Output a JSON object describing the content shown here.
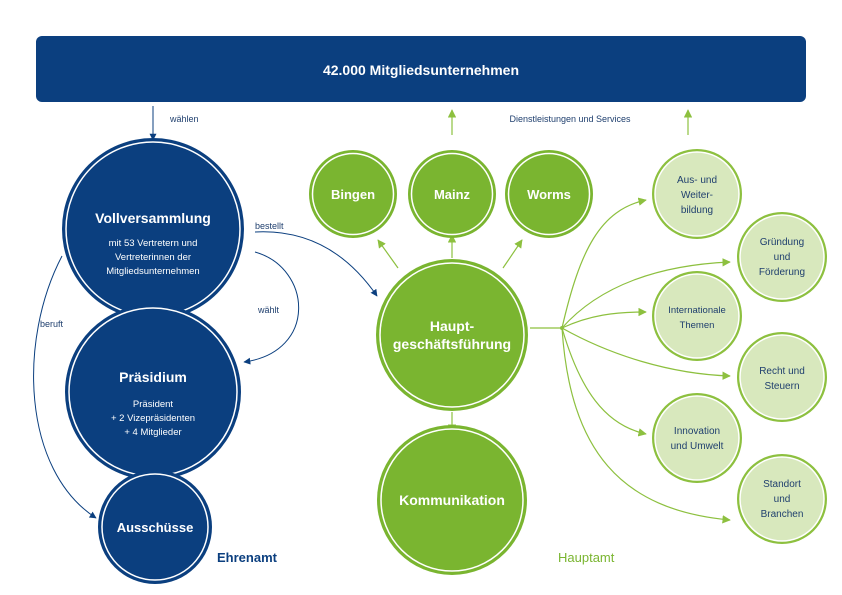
{
  "banner": {
    "label": "42.000 Mitgliedsunternehmen"
  },
  "labels": {
    "waehlen": "wählen",
    "services": "Dienstleistungen und Services",
    "bestellt": "bestellt",
    "waehlt": "wählt",
    "beruft": "beruft",
    "ehrenamt": "Ehrenamt",
    "hauptamt": "Hauptamt"
  },
  "vollversammlung": {
    "title": "Vollversammlung",
    "lines": [
      "mit 53 Vertretern und",
      "Vertreterinnen der",
      "Mitgliedsunternehmen"
    ]
  },
  "praesidium": {
    "title": "Präsidium",
    "lines": [
      "Präsident",
      "+ 2 Vizepräsidenten",
      "+ 4 Mitglieder"
    ]
  },
  "ausschuesse": {
    "title": "Ausschüsse"
  },
  "offices": [
    "Bingen",
    "Mainz",
    "Worms"
  ],
  "hgf": {
    "lines": [
      "Haupt-",
      "geschäftsführung"
    ]
  },
  "kommunikation": {
    "title": "Kommunikation"
  },
  "departments": [
    {
      "lines": [
        "Aus- und",
        "Weiter-",
        "bildung"
      ]
    },
    {
      "lines": [
        "Gründung",
        "und",
        "Förderung"
      ]
    },
    {
      "lines": [
        "Internationale",
        "Themen"
      ]
    },
    {
      "lines": [
        "Recht und",
        "Steuern"
      ]
    },
    {
      "lines": [
        "Innovation",
        "und Umwelt"
      ]
    },
    {
      "lines": [
        "Standort",
        "und",
        "Branchen"
      ]
    }
  ],
  "colors": {
    "navy": "#0b3f7f",
    "green": "#7ab530",
    "light_green": "#d8e8bd",
    "light_green_border": "#8dc03f"
  }
}
